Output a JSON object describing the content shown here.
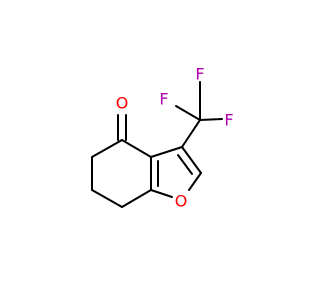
{
  "molecule": {
    "atoms": {
      "carbonyl_oxygen": {
        "symbol": "O",
        "color": "#ff0000"
      },
      "furan_oxygen": {
        "symbol": "O",
        "color": "#ff0000"
      },
      "fluorine_top": {
        "symbol": "F",
        "color": "#b300b3"
      },
      "fluorine_left": {
        "symbol": "F",
        "color": "#b300b3"
      },
      "fluorine_right": {
        "symbol": "F",
        "color": "#b300b3"
      }
    },
    "bond_color": "#000000"
  }
}
